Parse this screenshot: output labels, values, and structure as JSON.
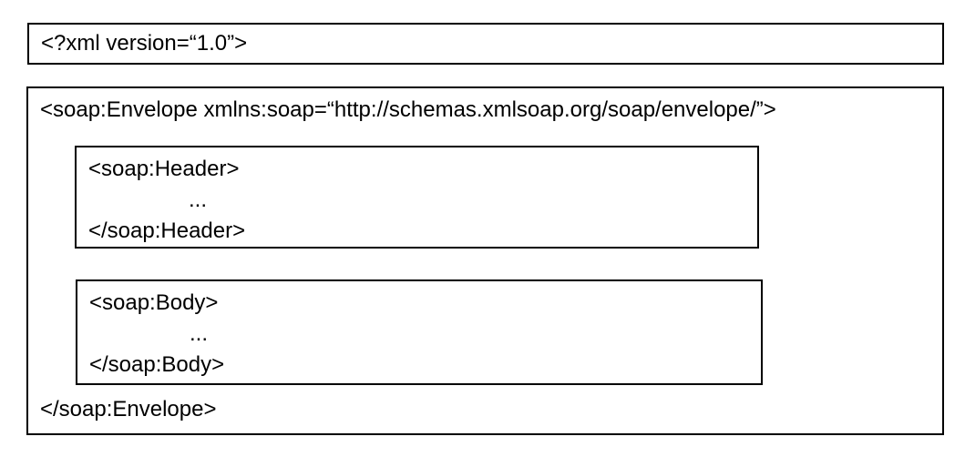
{
  "diagram": {
    "title_semantic": "SOAP message structure",
    "background_color": "#ffffff",
    "border_color": "#000000",
    "text_color": "#000000",
    "xml_declaration": "<?xml version=“1.0”>",
    "envelope": {
      "open_tag": "<soap:Envelope xmlns:soap=“http://schemas.xmlsoap.org/soap/envelope/”>",
      "close_tag": "</soap:Envelope>"
    },
    "header": {
      "open_tag": "<soap:Header>",
      "content_ellipsis": "...",
      "close_tag": "</soap:Header>"
    },
    "body": {
      "open_tag": "<soap:Body>",
      "content_ellipsis": "...",
      "close_tag": "</soap:Body>"
    }
  }
}
